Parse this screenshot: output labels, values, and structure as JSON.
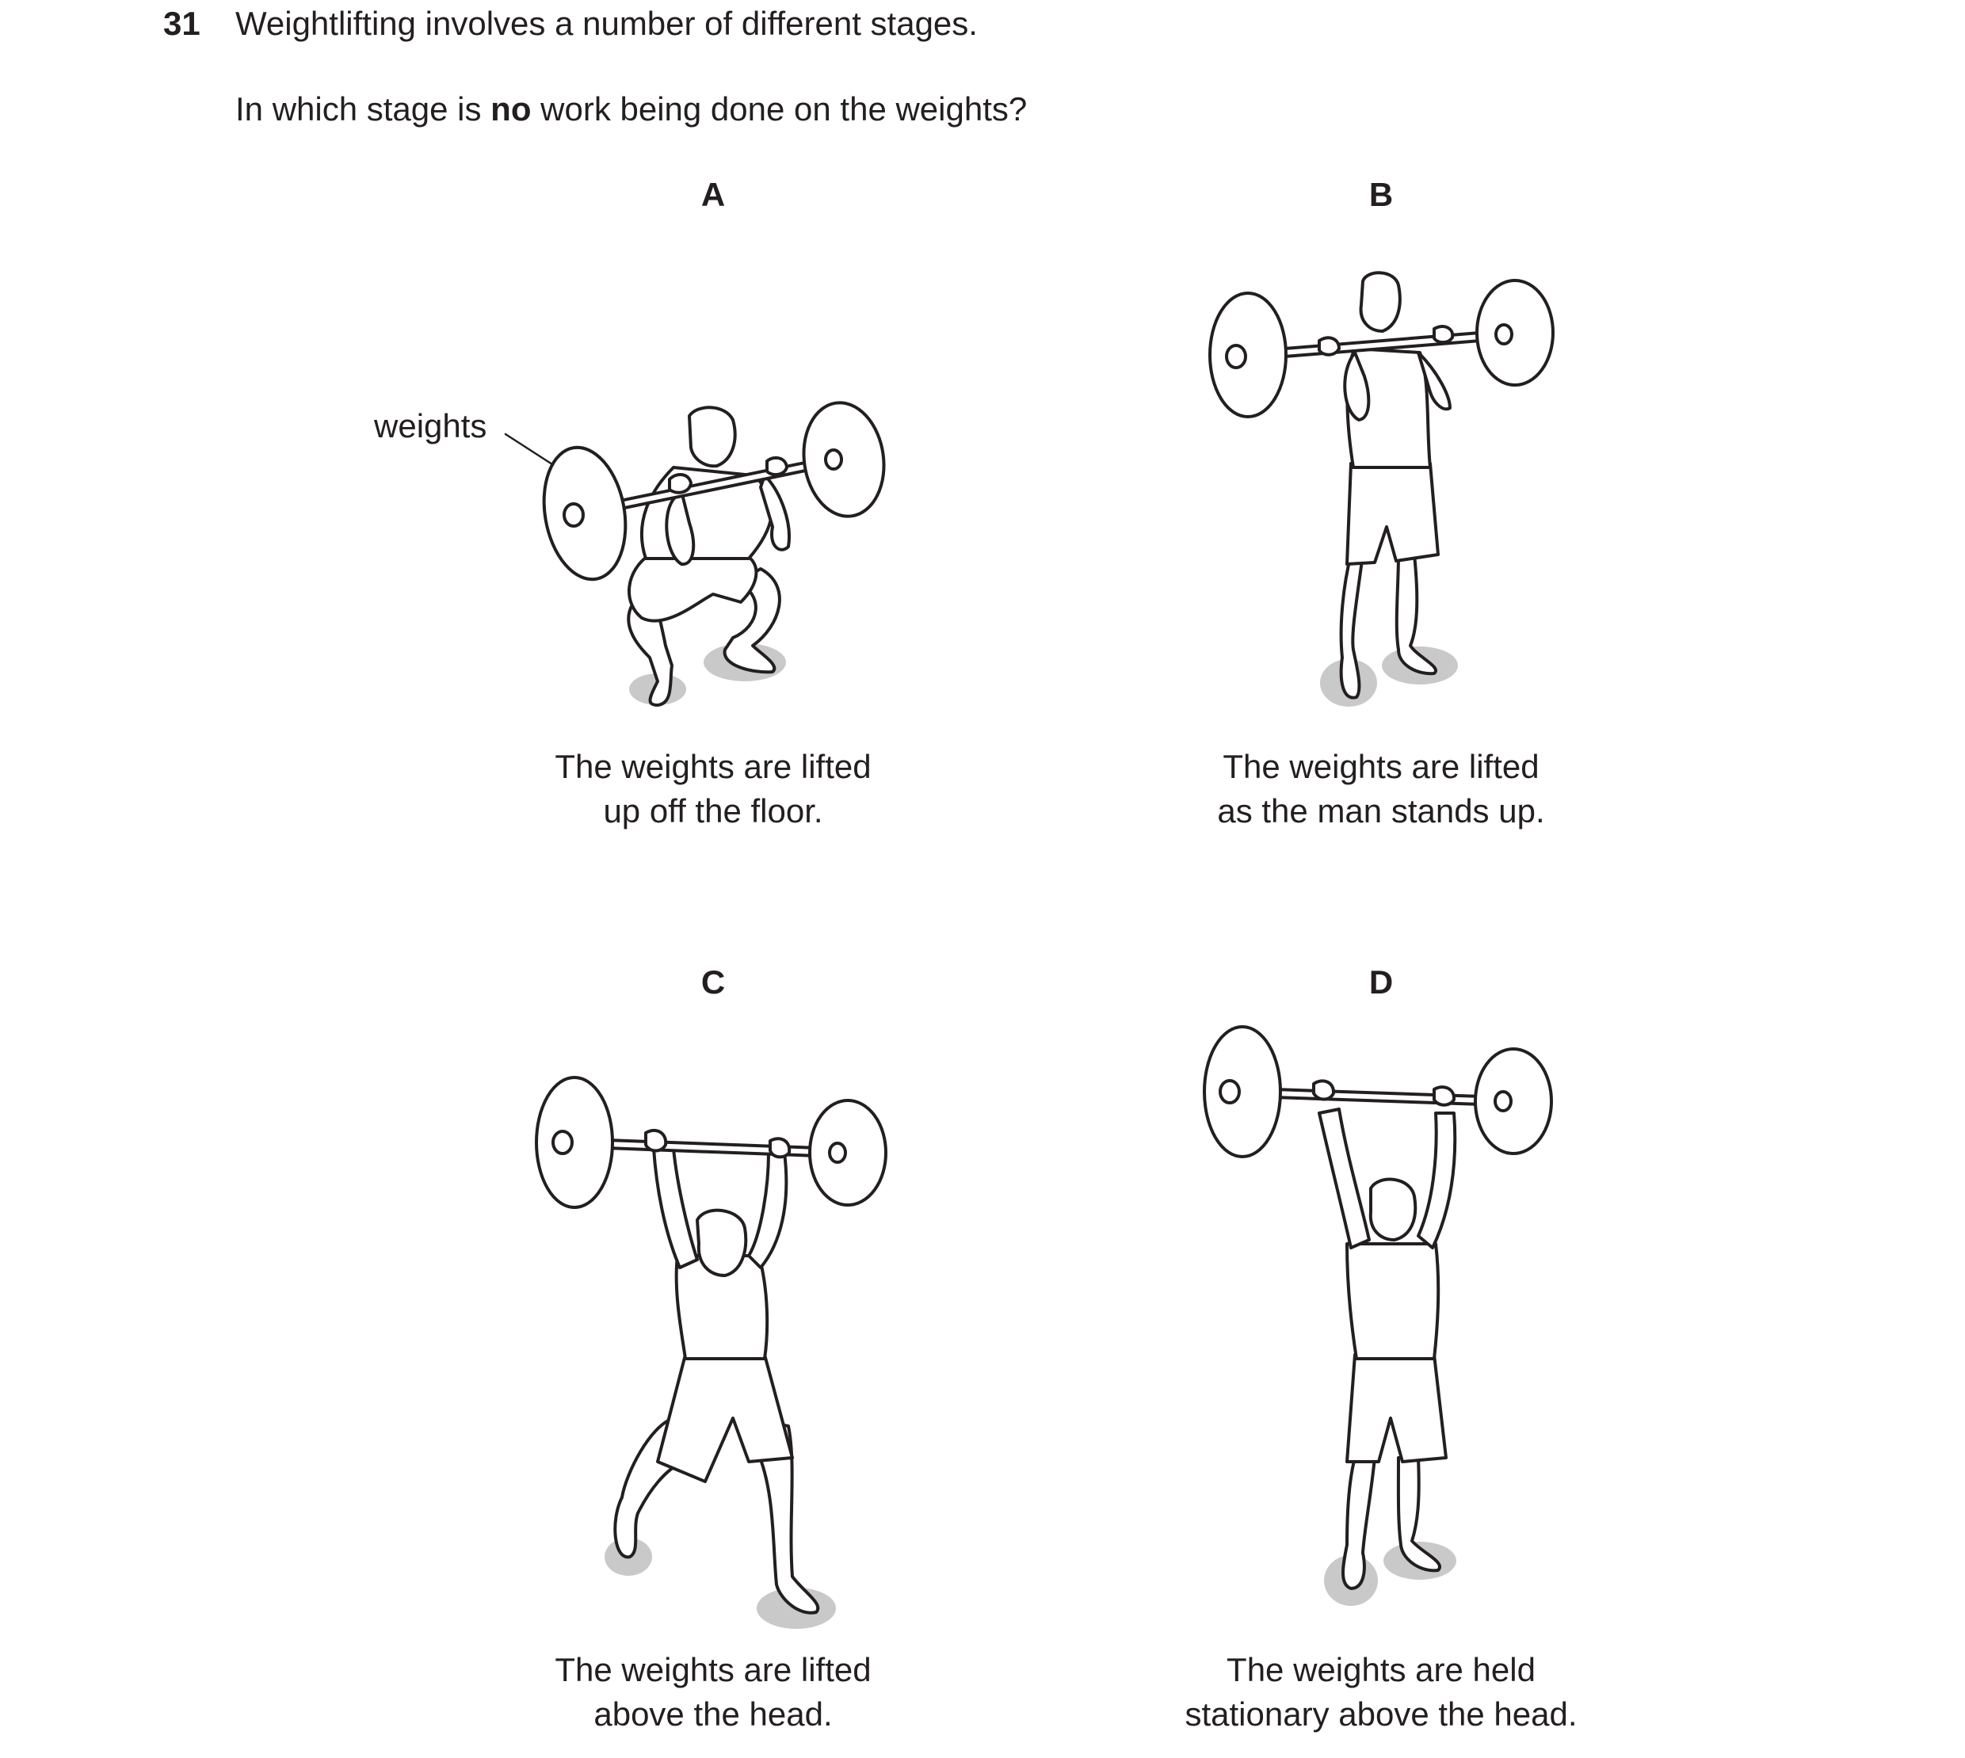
{
  "question": {
    "number": "31",
    "stem": "Weightlifting involves a number of different stages.",
    "prompt_before": "In which stage is ",
    "prompt_bold": "no",
    "prompt_after": " work being done on the weights?"
  },
  "label_weights": "weights",
  "options": [
    {
      "letter": "A",
      "caption_line1": "The weights are lifted",
      "caption_line2": "up off the floor."
    },
    {
      "letter": "B",
      "caption_line1": "The weights are lifted",
      "caption_line2": "as the man stands up."
    },
    {
      "letter": "C",
      "caption_line1": "The weights are lifted",
      "caption_line2": "above the head."
    },
    {
      "letter": "D",
      "caption_line1": "The weights are held",
      "caption_line2": "stationary above the head."
    }
  ]
}
